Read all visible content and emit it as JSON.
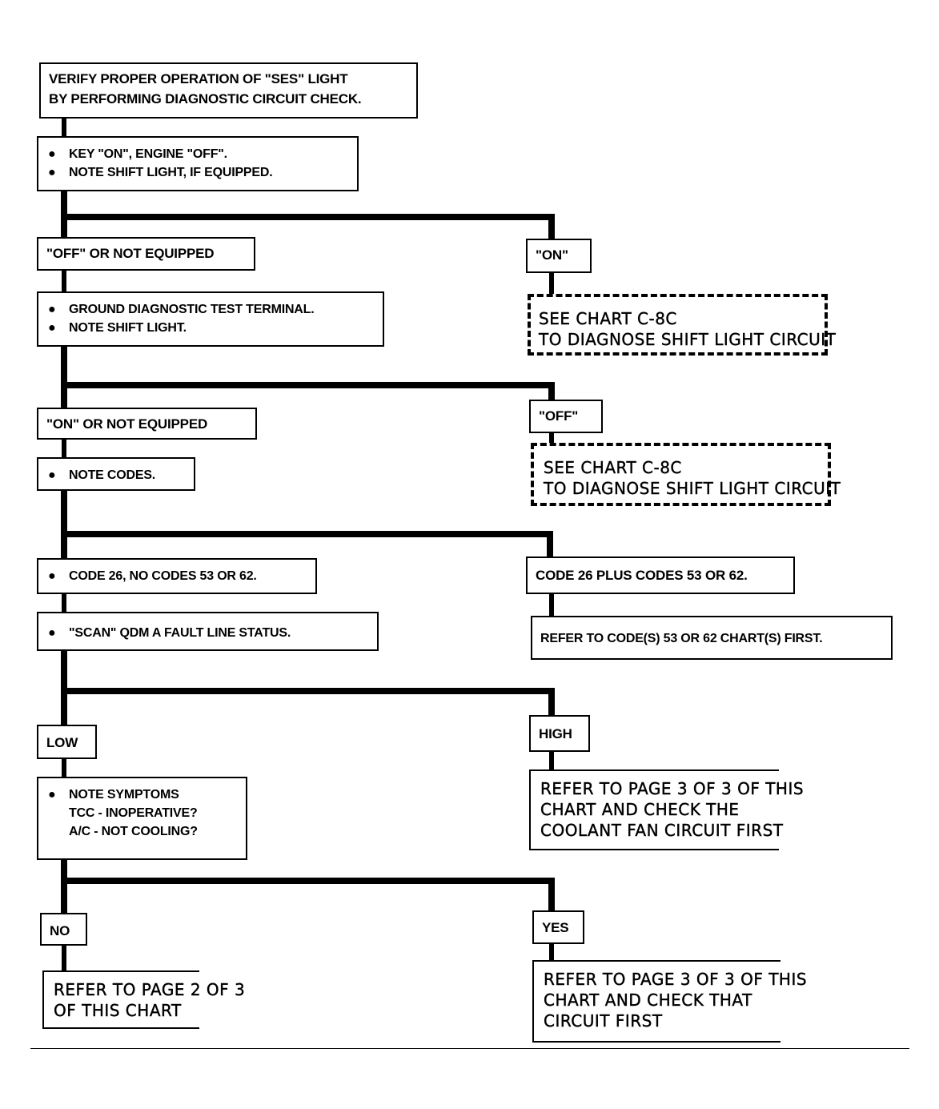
{
  "flowchart": {
    "verify": {
      "lines": [
        "VERIFY PROPER OPERATION OF \"SES\" LIGHT",
        "BY PERFORMING DIAGNOSTIC CIRCUIT CHECK."
      ]
    },
    "key_on": {
      "bullets": [
        "KEY \"ON\", ENGINE \"OFF\".",
        "NOTE SHIFT LIGHT, IF EQUIPPED."
      ]
    },
    "off_not_equipped": {
      "label": "\"OFF\" OR NOT EQUIPPED"
    },
    "on_1": {
      "label": "\"ON\""
    },
    "see_chart_1": {
      "lines": [
        "SEE CHART C-8C",
        "TO DIAGNOSE SHIFT LIGHT CIRCUIT"
      ]
    },
    "ground": {
      "bullets": [
        "GROUND DIAGNOSTIC TEST TERMINAL.",
        "NOTE SHIFT LIGHT."
      ]
    },
    "on_not_equipped": {
      "label": "\"ON\" OR NOT EQUIPPED"
    },
    "off_2": {
      "label": "\"OFF\""
    },
    "see_chart_2": {
      "lines": [
        "SEE CHART C-8C",
        "TO DIAGNOSE SHIFT LIGHT CIRCUIT"
      ]
    },
    "note_codes": {
      "bullets": [
        "NOTE CODES."
      ]
    },
    "code26_no": {
      "bullets": [
        "CODE 26, NO CODES 53 OR 62."
      ]
    },
    "code26_plus": {
      "label": "CODE 26 PLUS CODES 53 OR 62."
    },
    "refer_codes": {
      "label": "REFER TO CODE(S) 53 OR 62 CHART(s) FIRST."
    },
    "scan": {
      "bullets": [
        "\"SCAN\" QDM A FAULT LINE STATUS."
      ]
    },
    "low": {
      "label": "LOW"
    },
    "high": {
      "label": "HIGH"
    },
    "note_symptoms": {
      "bullet": "NOTE SYMPTOMS",
      "sub": [
        "TCC - INOPERATIVE?",
        "A/C - NOT COOLING?"
      ]
    },
    "refer_page3_fan": {
      "lines": [
        "REFER TO PAGE 3 OF 3 OF THIS",
        "CHART AND CHECK THE",
        "COOLANT FAN CIRCUIT FIRST"
      ]
    },
    "no": {
      "label": "NO"
    },
    "yes": {
      "label": "YES"
    },
    "refer_page2": {
      "lines": [
        "REFER TO PAGE 2 OF 3",
        "OF THIS CHART"
      ]
    },
    "refer_page3_circuit": {
      "lines": [
        "REFER TO PAGE 3 OF 3 OF THIS",
        "CHART AND CHECK THAT",
        "CIRCUIT FIRST"
      ]
    }
  }
}
